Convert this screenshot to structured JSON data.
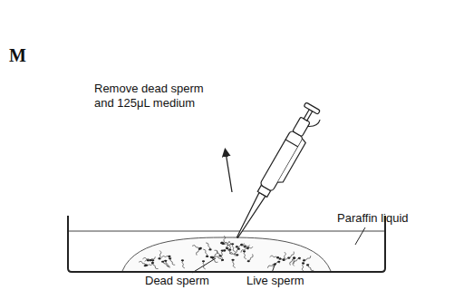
{
  "diagram": {
    "labels": [
      "M",
      "Remove dead sperm and 125μL medium",
      "Paraffin liquid",
      "Dead sperm",
      "Live sperm"
    ]
  }
}
